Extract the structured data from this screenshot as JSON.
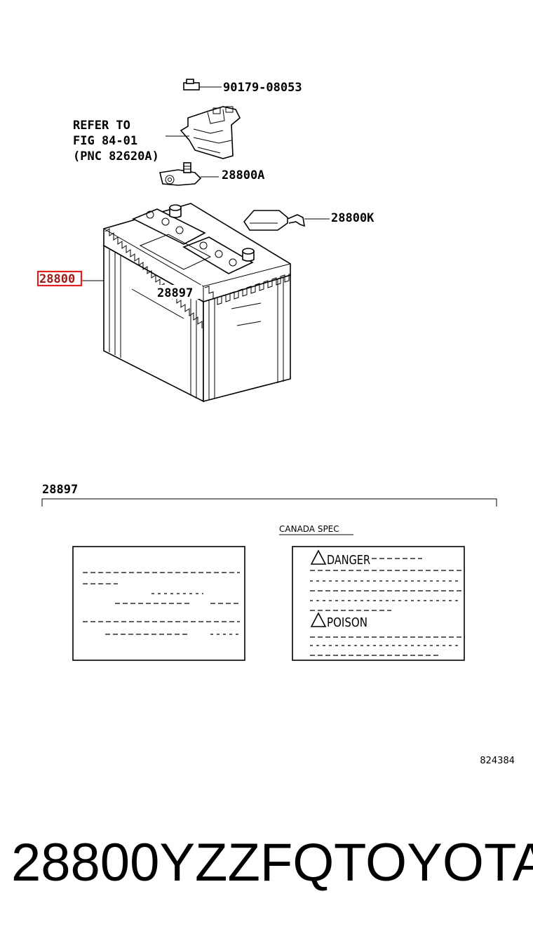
{
  "callouts": {
    "bolt": "90179-08053",
    "refer_line1": "REFER TO",
    "refer_line2": "FIG 84-01",
    "refer_line3": "(PNC 82620A)",
    "terminal": "28800A",
    "cover": "28800K",
    "battery": "28800",
    "label_ref": "28897"
  },
  "label_section": {
    "title": "28897",
    "canada_spec": "CANADA SPEC",
    "danger": "DANGER",
    "poison": "POISON"
  },
  "figure_number": "824384",
  "caption": {
    "part_number": "28800YZZFQ",
    "brand": "TOYOTA"
  },
  "colors": {
    "highlight": "#e02020",
    "ink": "#000000"
  },
  "icons": [
    "warning-triangle-icon"
  ]
}
